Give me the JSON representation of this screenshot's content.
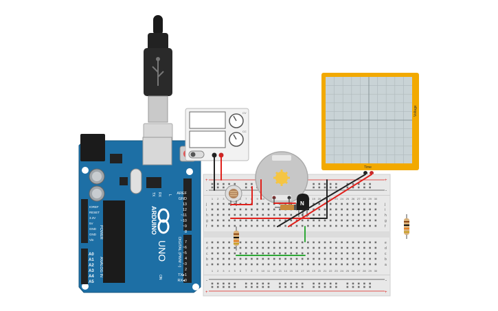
{
  "canvas": {
    "background": "#ffffff"
  },
  "arduino": {
    "brand": "ARDUINO",
    "model": "UNO",
    "tx_label": "TX",
    "rx_label": "RX",
    "l_label": "L",
    "on_label": "ON",
    "digital_header": "DIGITAL (PWM ~)",
    "power_header": "POWER",
    "analog_header": "ANALOG IN",
    "top_pins": [
      "AREF",
      "GND",
      "13",
      "12",
      "~11",
      "~10",
      "~9",
      "8"
    ],
    "bottom_pins": [
      "7",
      "~6",
      "~5",
      "4",
      "~3",
      "2",
      "TX▸1",
      "RX◂0"
    ],
    "power_pins": [
      "IOREF",
      "RESET",
      "3.3V",
      "5V",
      "GND",
      "GND",
      "Vin"
    ],
    "analog_pins": [
      "A0",
      "A1",
      "A2",
      "A3",
      "A4",
      "A5"
    ],
    "board_color": "#1d6fa5"
  },
  "power_supply": {
    "knob1_label": "CV",
    "knob2_label": "CC",
    "display_color": "#f4f4f4"
  },
  "oscilloscope": {
    "y_label": "Voltage",
    "x_label": "Time",
    "frame_color": "#f2a900",
    "screen_color": "#c9d3d6"
  },
  "breadboard": {
    "row_letters_top": [
      "a",
      "b",
      "c",
      "d",
      "e"
    ],
    "row_letters_bottom": [
      "f",
      "g",
      "h",
      "i",
      "j"
    ],
    "column_numbers": [
      "1",
      "2",
      "3",
      "4",
      "5",
      "6",
      "7",
      "8",
      "9",
      "10",
      "11",
      "12",
      "13",
      "14",
      "15",
      "16",
      "17",
      "18",
      "19",
      "20",
      "21",
      "22",
      "23",
      "24",
      "25",
      "26",
      "27",
      "28",
      "29",
      "30"
    ],
    "rail_plus": "+",
    "rail_minus": "-",
    "color": "#e8e8e8"
  },
  "transistor": {
    "label": "N"
  },
  "wire_colors": {
    "red": "#e0201b",
    "black": "#222222",
    "green": "#2ea836"
  }
}
